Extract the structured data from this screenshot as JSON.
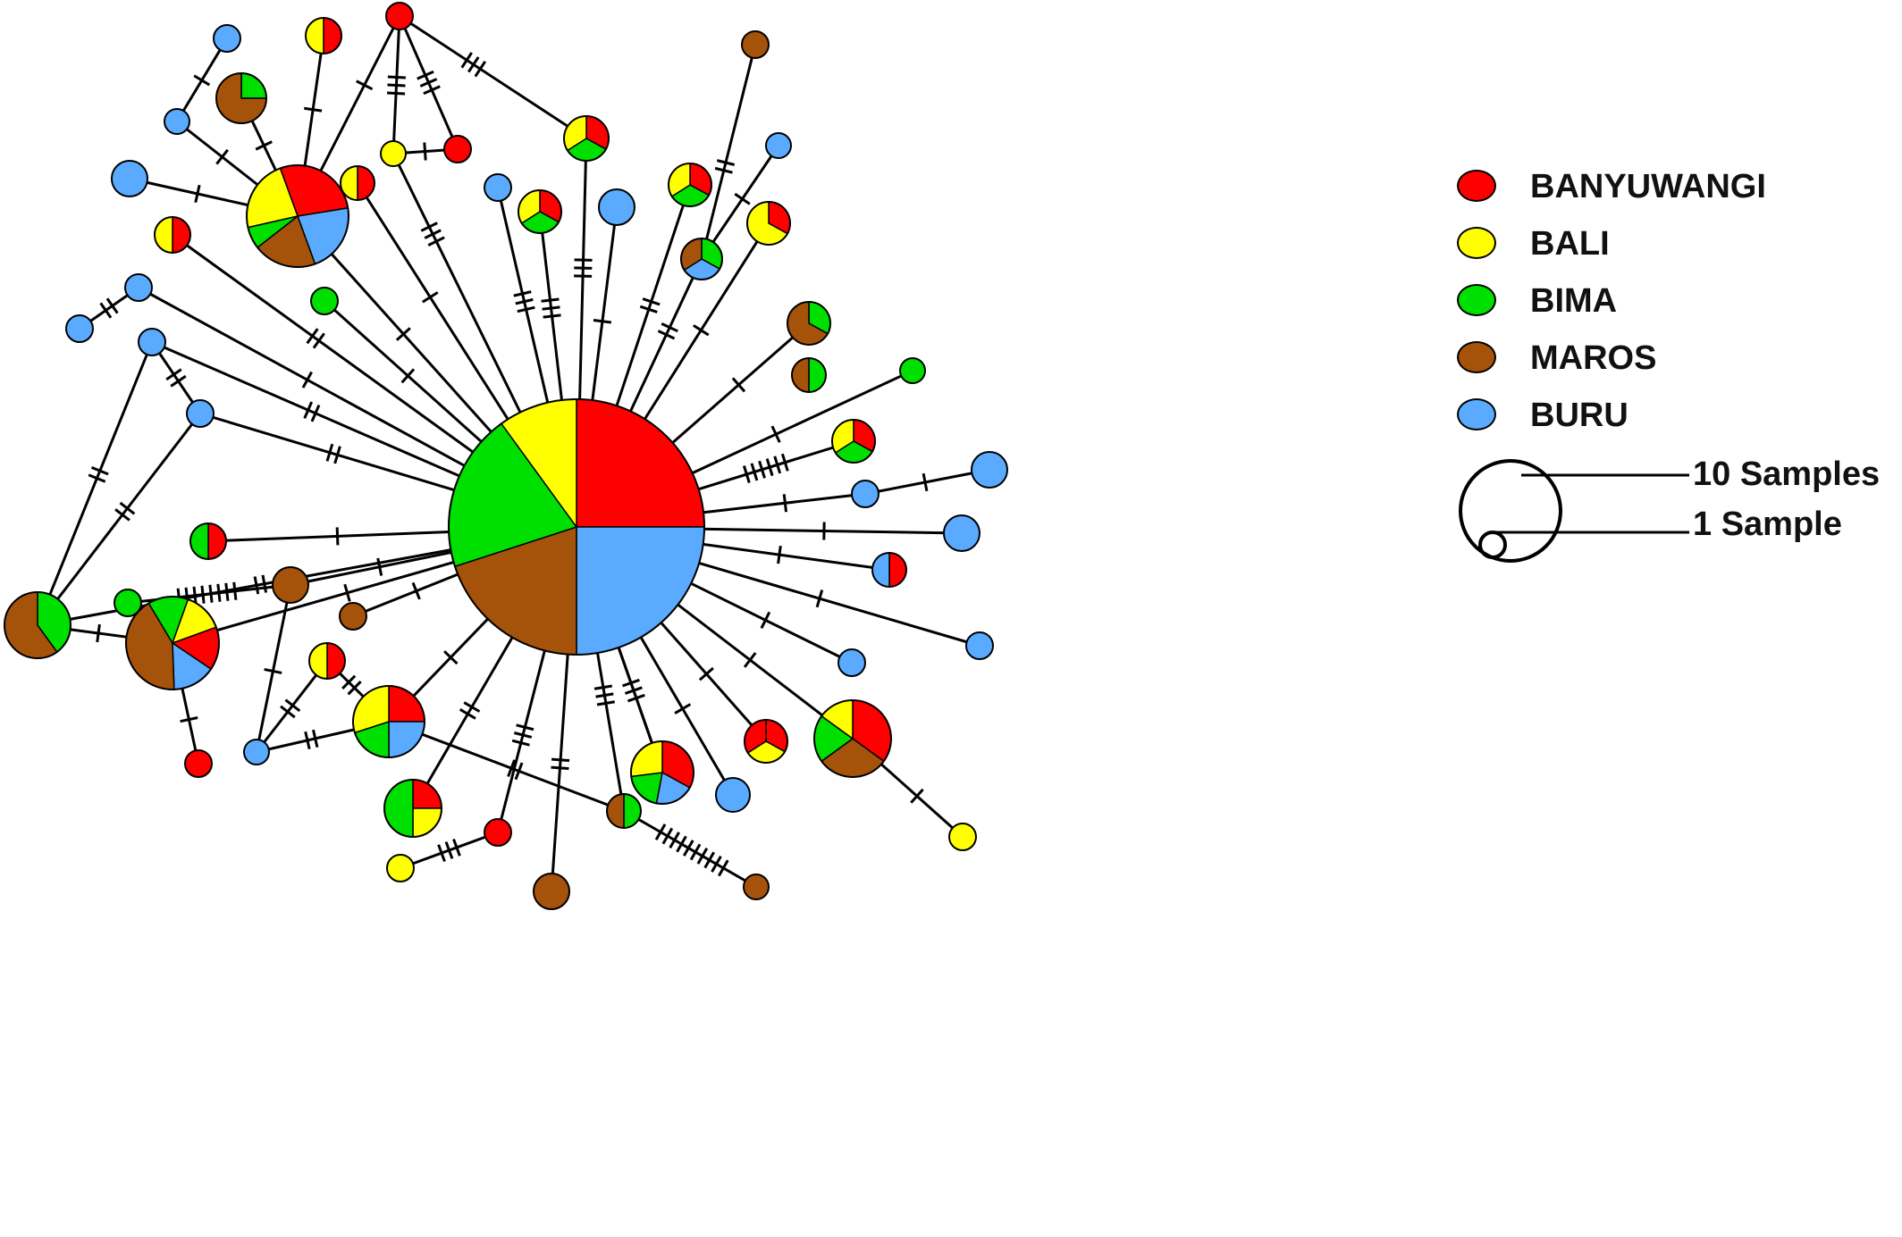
{
  "colors": {
    "BANYUWANGI": "#ff0000",
    "BALI": "#ffff00",
    "BIMA": "#00e000",
    "MAROS": "#a5520a",
    "BURU": "#5aaaff"
  },
  "legend": {
    "items": [
      {
        "key": "BANYUWANGI",
        "label": "BANYUWANGI"
      },
      {
        "key": "BALI",
        "label": "BALI"
      },
      {
        "key": "BIMA",
        "label": "BIMA"
      },
      {
        "key": "MAROS",
        "label": "MAROS"
      },
      {
        "key": "BURU",
        "label": "BURU"
      }
    ],
    "size_key": {
      "large_label": "10 Samples",
      "small_label": "1 Sample"
    }
  },
  "network": {
    "center": {
      "id": "hub",
      "composition": {
        "BANYUWANGI": 10,
        "BALI": 10,
        "BIMA": 10,
        "MAROS": 10,
        "BURU": 10
      }
    }
  }
}
